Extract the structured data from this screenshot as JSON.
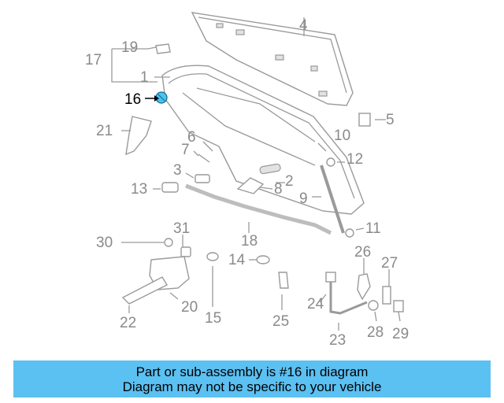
{
  "diagram": {
    "callouts": [
      "1",
      "2",
      "3",
      "4",
      "5",
      "6",
      "7",
      "8",
      "9",
      "10",
      "11",
      "12",
      "13",
      "14",
      "15",
      "16",
      "17",
      "18",
      "19",
      "20",
      "21",
      "22",
      "23",
      "24",
      "25",
      "26",
      "27",
      "28",
      "29",
      "30",
      "31"
    ],
    "highlighted_callout": "16",
    "highlight_color": "#49c4f0"
  },
  "caption": {
    "line1": "Part or sub-assembly is #16 in diagram",
    "line2": "Diagram may not be specific to your vehicle",
    "background": "#5bc0f2"
  }
}
